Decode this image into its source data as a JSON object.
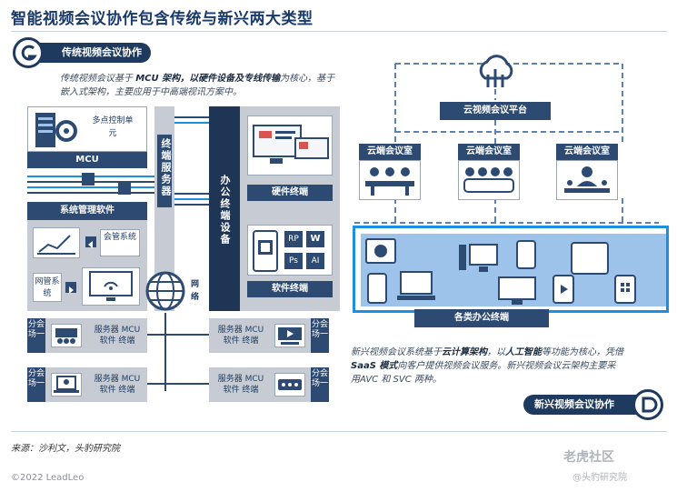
{
  "title": "智能视频会议协作包含传统与新兴两大类型",
  "traditional": {
    "badge": "传统视频会议协作",
    "desc_pre": "传统视频会议基于 ",
    "desc_b1": "MCU 架构，以硬件设备及专线传输",
    "desc_post": "为核心，基于嵌入式架构，主要应用于中高端视讯方案中。",
    "mcu_unit": "多点控制单元",
    "mcu": "MCU",
    "mgmt_software": "系统管理软件",
    "meeting_system": "会管系统",
    "network_system": "网管系统",
    "terminal_server": "终端服务器",
    "office_terminal": "办公终端设备",
    "hardware_terminal": "硬件终端",
    "software_terminal": "软件终端",
    "network": "网络",
    "app_labels": [
      "RP",
      "W",
      "Ps",
      "AI"
    ],
    "branch": "分会场一",
    "server_mcu": "服务器 MCU",
    "software_terminal_pair": "软件 终端"
  },
  "emerging": {
    "cloud_platform": "云视频会议平台",
    "cloud_room": "云端会议室",
    "office_terminals": "各类办公终端",
    "desc_pre": "新兴视频会议系统基于",
    "desc_b1": "云计算架构",
    "desc_mid": "，以",
    "desc_b2": "人工智能",
    "desc_mid2": "等功能为核心，凭借 ",
    "desc_b3": "SaaS 模式",
    "desc_post": "向客户提供视频会议服务。新兴视频会议云架构主要采用AVC 和 SVC 两种。",
    "badge": "新兴视频会议协作"
  },
  "footer": {
    "source": "来源：沙利文，头豹研究院",
    "copyright": "©2022 LeadLeo",
    "brand": "老虎社区",
    "brand_sub": "@头豹研究院"
  },
  "colors": {
    "navy": "#2d4a73",
    "light_blue": "#9ec3ea",
    "accent": "#1e8fe0"
  }
}
